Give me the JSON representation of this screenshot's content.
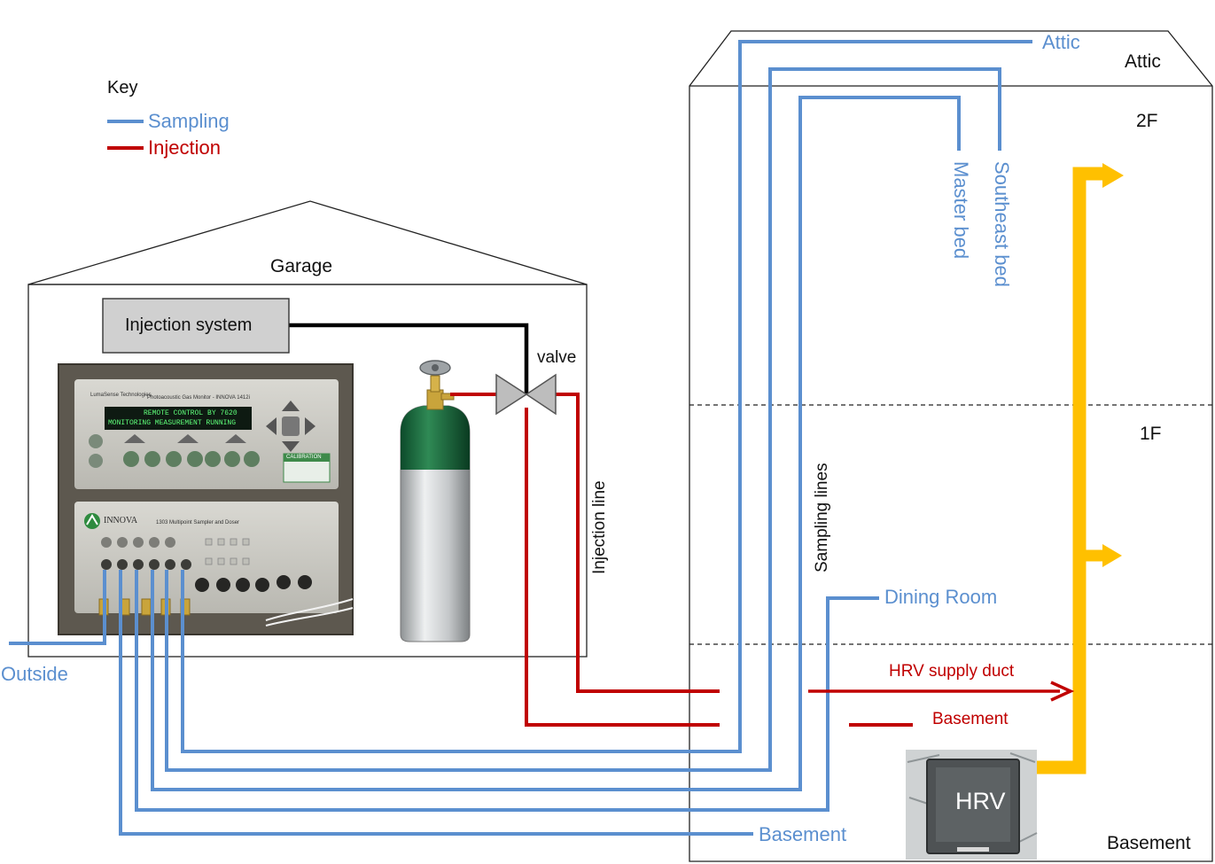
{
  "key": {
    "title": "Key",
    "sampling": "Sampling",
    "injection": "Injection"
  },
  "colors": {
    "sampling": "#5b8fcf",
    "injection": "#c00000",
    "supply_duct": "#ffc000",
    "outline": "#222222"
  },
  "garage": {
    "title": "Garage",
    "injection_system": "Injection system",
    "valve": "valve",
    "injection_line": "Injection line",
    "analyzer_brand": "LumaSense Technologies",
    "analyzer_model": "Photoacoustic Gas Monitor - INNOVA 1412i",
    "analyzer_display_line1": "REMOTE CONTROL BY 7620",
    "analyzer_display_line2": "MONITORING MEASUREMENT RUNNING",
    "analyzer_calibration": "CALIBRATION",
    "sampler_brand": "INNOVA",
    "sampler_model": "1303 Multipoint Sampler and Doser"
  },
  "house": {
    "floors": {
      "attic": "Attic",
      "second": "2F",
      "first": "1F",
      "basement": "Basement"
    },
    "sampling_lines": "Sampling  lines",
    "hrv": "HRV",
    "hrv_supply_duct": "HRV supply duct",
    "injection_basement": "Basement"
  },
  "sampling_points": {
    "attic": "Attic",
    "southeast_bed": "Southeast bed",
    "master_bed": "Master bed",
    "dining_room": "Dining Room",
    "basement": "Basement",
    "outside": "Outside"
  }
}
